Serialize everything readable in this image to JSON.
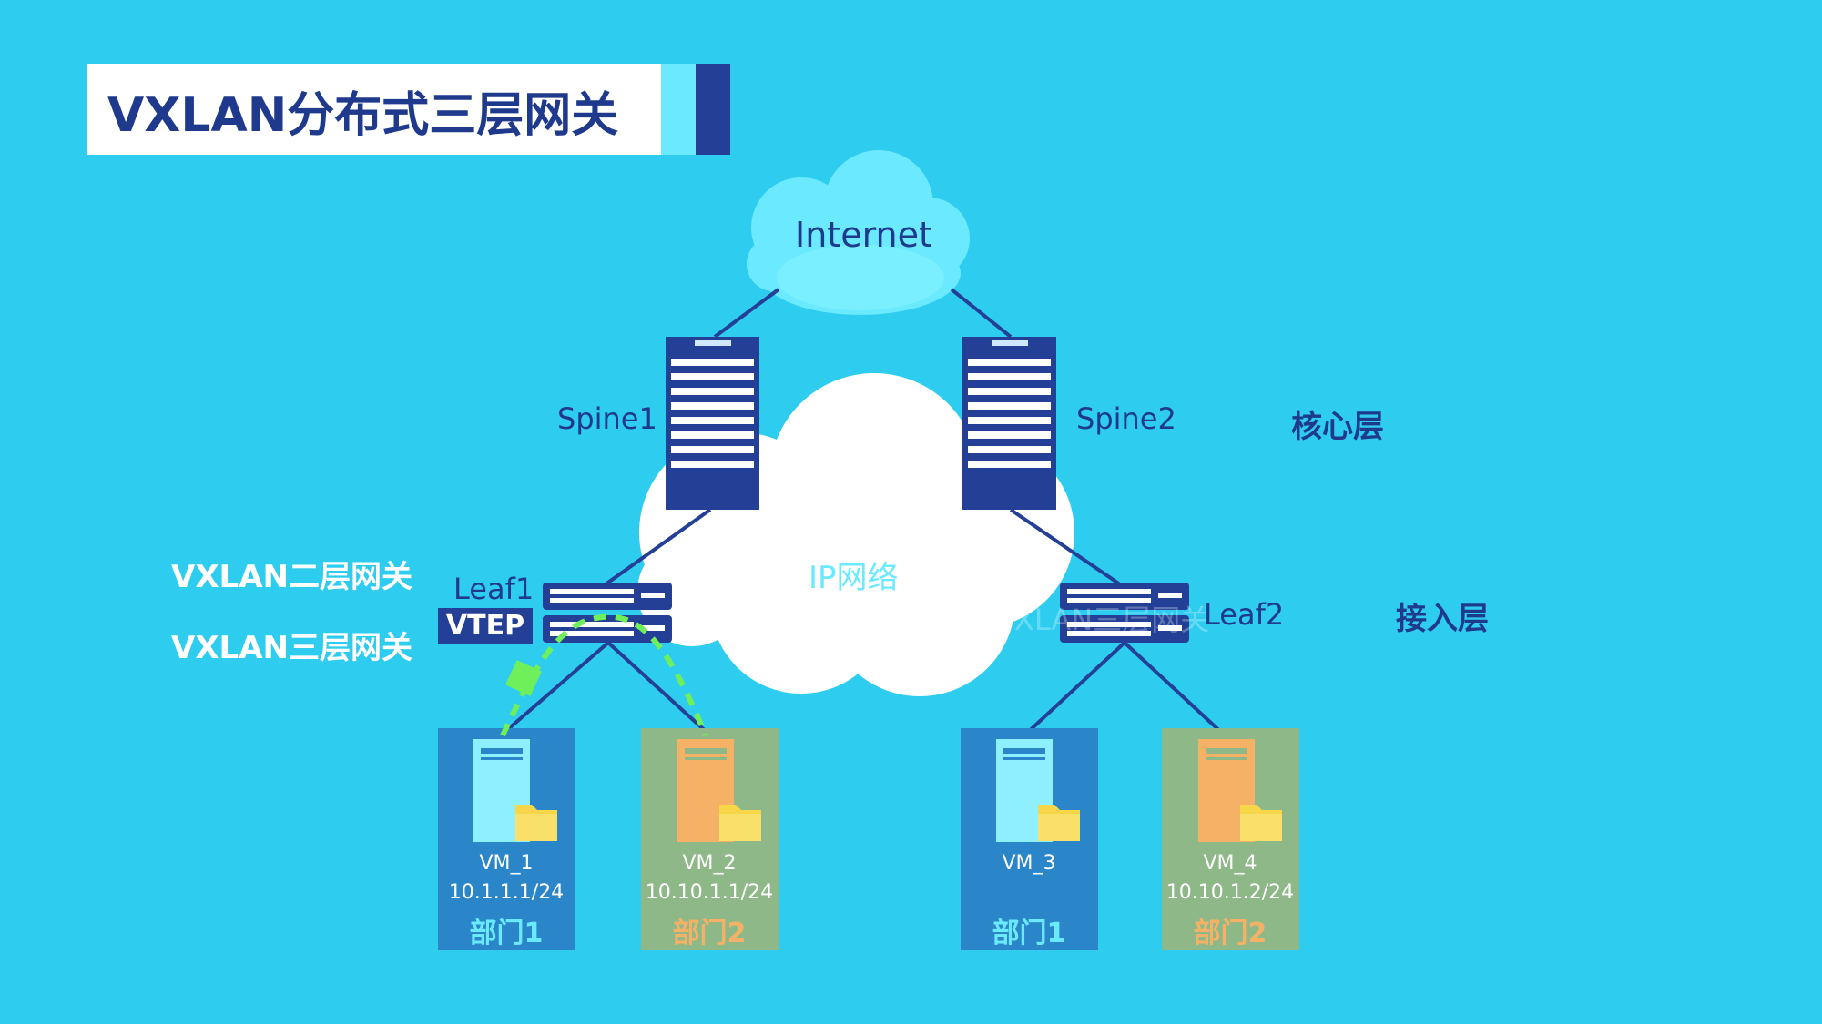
{
  "title": "VXLAN分布式三层网关",
  "colors": {
    "background": "#2ecdf0",
    "dark_blue": "#233f96",
    "cloud_light": "#6ae9ff",
    "cloud_white": "#ffffff",
    "vm_blue_panel": "#2b86c9",
    "vm_green_panel": "#8fb888",
    "dept1_text": "#6ae9ff",
    "dept2_text": "#f5b266",
    "traffic_dash": "#6ff05a"
  },
  "internet_label": "Internet",
  "ip_network_label": "IP网络",
  "spines": [
    {
      "name": "Spine1"
    },
    {
      "name": "Spine2"
    }
  ],
  "core_layer_label": "核心层",
  "access_layer_label": "接入层",
  "leaves": [
    {
      "name": "Leaf1"
    },
    {
      "name": "Leaf2"
    }
  ],
  "vtep_label": "VTEP",
  "leaf1_roles": {
    "l2_gateway": "VXLAN二层网关",
    "l3_gateway": "VXLAN三层网关"
  },
  "leaf2_faded_text": "VXLAN三层网关",
  "vms": [
    {
      "name": "VM_1",
      "ip": "10.1.1.1/24",
      "dept": "部门1",
      "group": "dept1"
    },
    {
      "name": "VM_2",
      "ip": "10.10.1.1/24",
      "dept": "部门2",
      "group": "dept2"
    },
    {
      "name": "VM_3",
      "ip": "",
      "dept": "部门1",
      "group": "dept1"
    },
    {
      "name": "VM_4",
      "ip": "10.10.1.2/24",
      "dept": "部门2",
      "group": "dept2"
    }
  ]
}
